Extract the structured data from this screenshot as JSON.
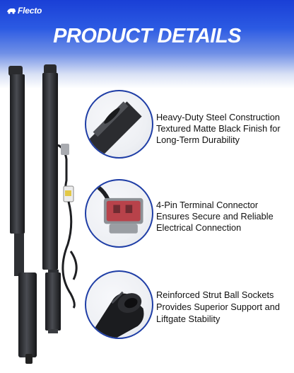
{
  "brand": {
    "name": "Flecto",
    "icon": "car-icon"
  },
  "heading": "PRODUCT DETAILS",
  "colors": {
    "header_blue": "#1a3fd6",
    "circle_border": "#1f3ea6",
    "connector_red": "#b8424a"
  },
  "features": [
    {
      "icon": "steel-tube-icon",
      "lines": [
        "Heavy-Duty Steel Construction",
        "Textured Matte Black Finish for",
        "Long-Term Durability"
      ]
    },
    {
      "icon": "connector-icon",
      "lines": [
        "4-Pin Terminal Connector",
        "Ensures Secure and Reliable",
        "Electrical Connection"
      ]
    },
    {
      "icon": "ball-socket-icon",
      "lines": [
        "Reinforced Strut Ball Sockets",
        "Provides Superior Support and",
        "Liftgate Stability"
      ]
    }
  ]
}
